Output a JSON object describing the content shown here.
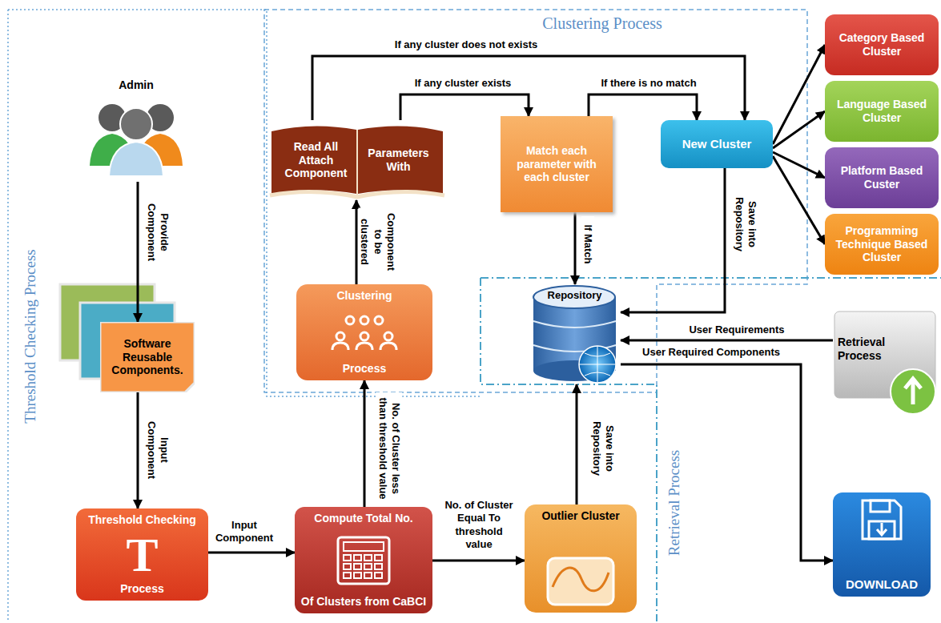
{
  "diagram": {
    "nodes": [
      {
        "text": [
          "Admin"
        ]
      },
      {
        "text": [
          "Software Reusable Components."
        ]
      },
      {
        "text": [
          "Threshold Checking",
          "T",
          "Process"
        ]
      },
      {
        "text": [
          "Compute Total No.",
          "Of Clusters from CaBCI"
        ]
      },
      {
        "text": [
          "Outlier Cluster"
        ]
      },
      {
        "text": [
          "Clustering",
          "Process"
        ]
      },
      {
        "text": [
          "Read All Attach Component",
          "Parameters With"
        ]
      },
      {
        "text": [
          "Match each parameter with each cluster"
        ]
      },
      {
        "text": [
          "New Cluster"
        ]
      },
      {
        "text": [
          "Category Based Cluster"
        ]
      },
      {
        "text": [
          "Language Based Cluster"
        ]
      },
      {
        "text": [
          "Platform Based Custer"
        ]
      },
      {
        "text": [
          "Programming Technique Based Cluster"
        ]
      },
      {
        "text": [
          "Repository"
        ]
      },
      {
        "text": [
          "Retrieval Process"
        ]
      },
      {
        "text": [
          "DOWNLOAD"
        ]
      }
    ],
    "edges": [
      {
        "from": 0,
        "to": 1,
        "arrow": "to",
        "label": "Provide Component"
      },
      {
        "from": 1,
        "to": 2,
        "arrow": "to",
        "label": "Input Component"
      },
      {
        "from": 2,
        "to": 3,
        "arrow": "to",
        "label": "Input Component"
      },
      {
        "from": 3,
        "to": 5,
        "arrow": "to",
        "label": "No. of Cluster less than threshold value"
      },
      {
        "from": 3,
        "to": 4,
        "arrow": "to",
        "label": "No. of Cluster Equal To threshold value"
      },
      {
        "from": 4,
        "to": 13,
        "arrow": "to",
        "label": "Save into Repository"
      },
      {
        "from": 5,
        "to": 6,
        "arrow": "to",
        "label": "Component to be clustered"
      },
      {
        "from": 6,
        "to": 7,
        "arrow": "to",
        "label": "If any cluster exists"
      },
      {
        "from": 6,
        "to": 8,
        "arrow": "to",
        "label": "If any cluster does not exists"
      },
      {
        "from": 7,
        "to": 8,
        "arrow": "to",
        "label": "If there is no match"
      },
      {
        "from": 7,
        "to": 13,
        "arrow": "to",
        "label": "If Match"
      },
      {
        "from": 8,
        "to": 13,
        "arrow": "to",
        "label": "Save into Repository"
      },
      {
        "from": 8,
        "to": 9,
        "arrow": "to"
      },
      {
        "from": 8,
        "to": 10,
        "arrow": "to"
      },
      {
        "from": 8,
        "to": 11,
        "arrow": "to"
      },
      {
        "from": 8,
        "to": 12,
        "arrow": "to"
      },
      {
        "from": 14,
        "to": 13,
        "arrow": "to",
        "label": "User Requirements"
      },
      {
        "from": 13,
        "to": 15,
        "arrow": "to",
        "label": "User Required Components"
      }
    ],
    "labels": [
      "Threshold Checking Process",
      "Clustering Process",
      "Retrieval Process"
    ]
  }
}
